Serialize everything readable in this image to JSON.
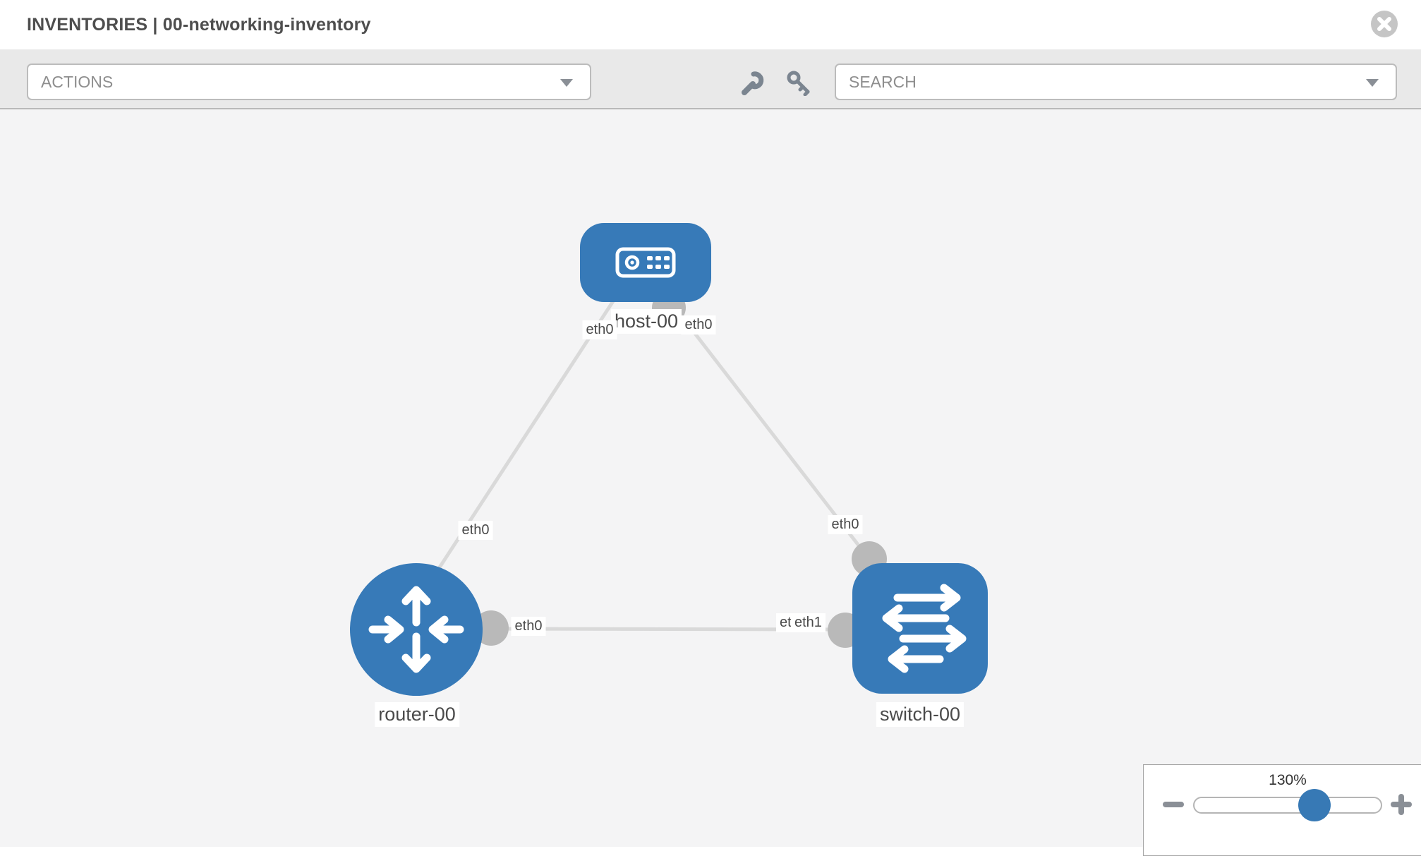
{
  "header": {
    "title": "INVENTORIES | 00-networking-inventory"
  },
  "toolbar": {
    "actions_label": "ACTIONS",
    "search_label": "SEARCH",
    "icons": [
      "wrench-icon",
      "key-icon"
    ]
  },
  "topology": {
    "nodes": {
      "host": {
        "label": "host-00",
        "type": "host"
      },
      "router": {
        "label": "router-00",
        "type": "router"
      },
      "switch": {
        "label": "switch-00",
        "type": "switch"
      }
    },
    "interfaces": {
      "host_left": "eth0",
      "host_right": "eth0",
      "host_router_link": "eth0",
      "host_switch_link": "eth0",
      "router_switch_router_end": "eth0",
      "router_switch_switch_end_under": "eth0",
      "router_switch_switch_end": "eth1"
    },
    "links": [
      {
        "from": "host-00",
        "from_iface": "eth0",
        "to": "router-00",
        "to_iface": "eth0"
      },
      {
        "from": "host-00",
        "from_iface": "eth0",
        "to": "switch-00",
        "to_iface": "eth0"
      },
      {
        "from": "router-00",
        "from_iface": "eth0",
        "to": "switch-00",
        "to_iface": "eth1"
      }
    ]
  },
  "zoom_widget": {
    "level": "130%"
  },
  "colors": {
    "node_blue": "#377ab8",
    "interface_gray": "#b9b9b9",
    "link_gray": "#d9d9d9",
    "canvas_bg": "#f4f4f5",
    "toolbar_bg": "#e9e9e9",
    "icon_gray": "#7b8590",
    "title_gray": "#4e4e4e"
  }
}
